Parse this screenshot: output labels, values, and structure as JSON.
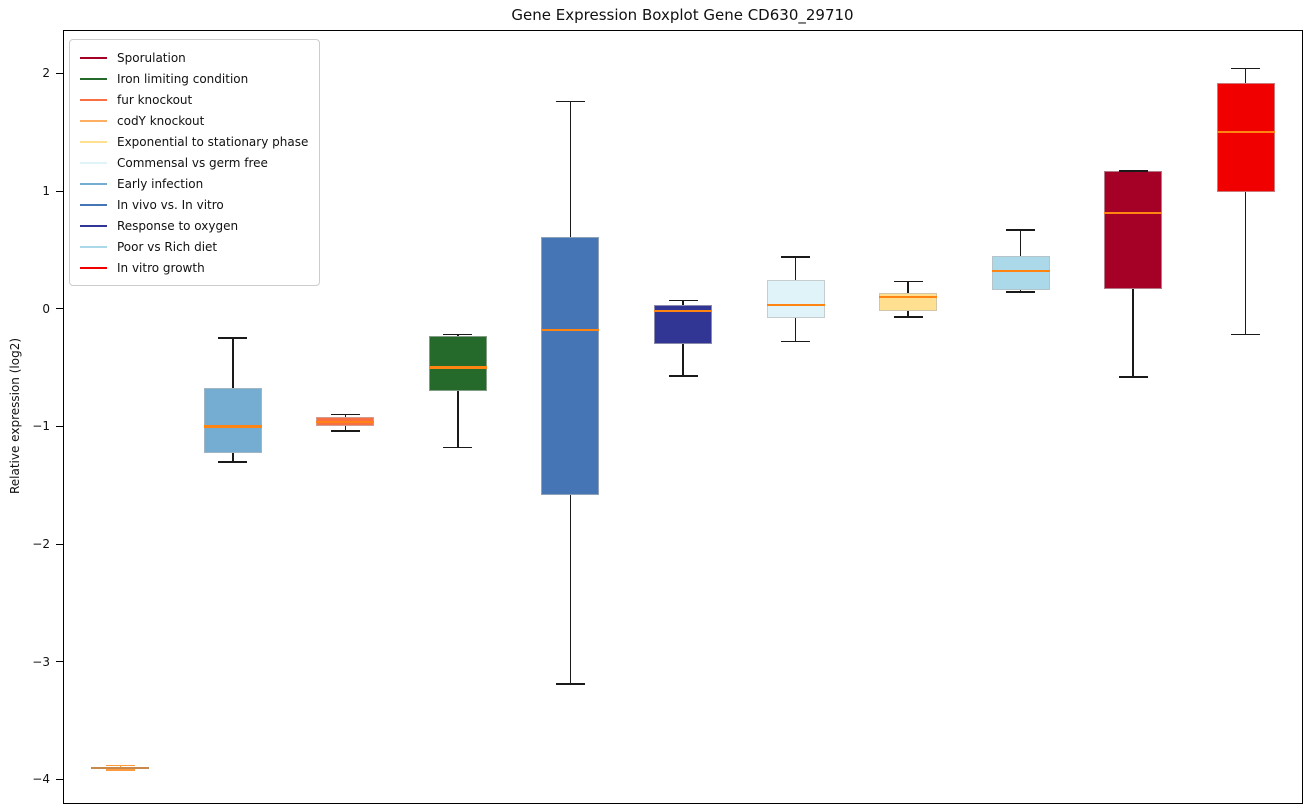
{
  "chart_data": {
    "type": "boxplot",
    "title": "Gene Expression Boxplot Gene CD630_29710",
    "ylabel": "Relative expression (log2)",
    "xlabel": "",
    "ylim": [
      -4.2,
      2.36
    ],
    "grid": false,
    "legend_position": "upper left",
    "median_color": "#ff8412",
    "whisker_color": "#1a1a1a",
    "yticks": [
      {
        "label": "2",
        "value": 2
      },
      {
        "label": "1",
        "value": 1
      },
      {
        "label": "0",
        "value": 0
      },
      {
        "label": "−1",
        "value": -1
      },
      {
        "label": "−2",
        "value": -2
      },
      {
        "label": "−3",
        "value": -3
      },
      {
        "label": "−4",
        "value": -4
      }
    ],
    "series": [
      {
        "name": "codY knockout",
        "color": "#fdae61",
        "whisker_low": -3.92,
        "q1": -3.91,
        "median": -3.9,
        "q3": -3.89,
        "whisker_high": -3.88,
        "whisker_color": "#ff9a3d",
        "median_color": "#c9894c"
      },
      {
        "name": "Early infection",
        "color": "#74add1",
        "whisker_low": -1.3,
        "q1": -1.23,
        "median": -1.0,
        "q3": -0.67,
        "whisker_high": -0.25
      },
      {
        "name": "fur knockout",
        "color": "#fa6e44",
        "whisker_low": -1.04,
        "q1": -1.0,
        "median": -0.96,
        "q3": -0.92,
        "whisker_high": -0.9
      },
      {
        "name": "Iron limiting condition",
        "color": "#266a2b",
        "whisker_low": -1.18,
        "q1": -0.7,
        "median": -0.5,
        "q3": -0.23,
        "whisker_high": -0.22
      },
      {
        "name": "In vivo vs. In vitro",
        "color": "#4575b4",
        "whisker_low": -3.19,
        "q1": -1.58,
        "median": -0.18,
        "q3": 0.61,
        "whisker_high": 1.76
      },
      {
        "name": "Response to oxygen",
        "color": "#313695",
        "whisker_low": -0.57,
        "q1": -0.3,
        "median": -0.02,
        "q3": 0.03,
        "whisker_high": 0.07
      },
      {
        "name": "Commensal vs germ free",
        "color": "#e0f3f8",
        "whisker_low": -0.28,
        "q1": -0.08,
        "median": 0.03,
        "q3": 0.24,
        "whisker_high": 0.44
      },
      {
        "name": "Exponential to stationary phase",
        "color": "#fee090",
        "whisker_low": -0.07,
        "q1": -0.02,
        "median": 0.1,
        "q3": 0.13,
        "whisker_high": 0.23
      },
      {
        "name": "Poor vs Rich diet",
        "color": "#abd9e9",
        "whisker_low": 0.14,
        "q1": 0.16,
        "median": 0.32,
        "q3": 0.45,
        "whisker_high": 0.67
      },
      {
        "name": "Sporulation",
        "color": "#a50026",
        "whisker_low": -0.58,
        "q1": 0.17,
        "median": 0.81,
        "q3": 1.17,
        "whisker_high": 1.17
      },
      {
        "name": "In vitro growth",
        "color": "#f10000",
        "whisker_low": -0.22,
        "q1": 0.99,
        "median": 1.5,
        "q3": 1.92,
        "whisker_high": 2.04
      }
    ],
    "legend": [
      {
        "label": "Sporulation",
        "color": "#a50026"
      },
      {
        "label": "Iron limiting condition",
        "color": "#266a2b"
      },
      {
        "label": "fur knockout",
        "color": "#fa6e44"
      },
      {
        "label": "codY knockout",
        "color": "#fdae61"
      },
      {
        "label": "Exponential to stationary phase",
        "color": "#fee090"
      },
      {
        "label": "Commensal vs germ free",
        "color": "#e0f3f8"
      },
      {
        "label": "Early infection",
        "color": "#74add1"
      },
      {
        "label": "In vivo vs. In vitro",
        "color": "#4575b4"
      },
      {
        "label": "Response to oxygen",
        "color": "#313695"
      },
      {
        "label": "Poor vs Rich diet",
        "color": "#abd9e9"
      },
      {
        "label": "In vitro growth",
        "color": "#f10000"
      }
    ]
  }
}
